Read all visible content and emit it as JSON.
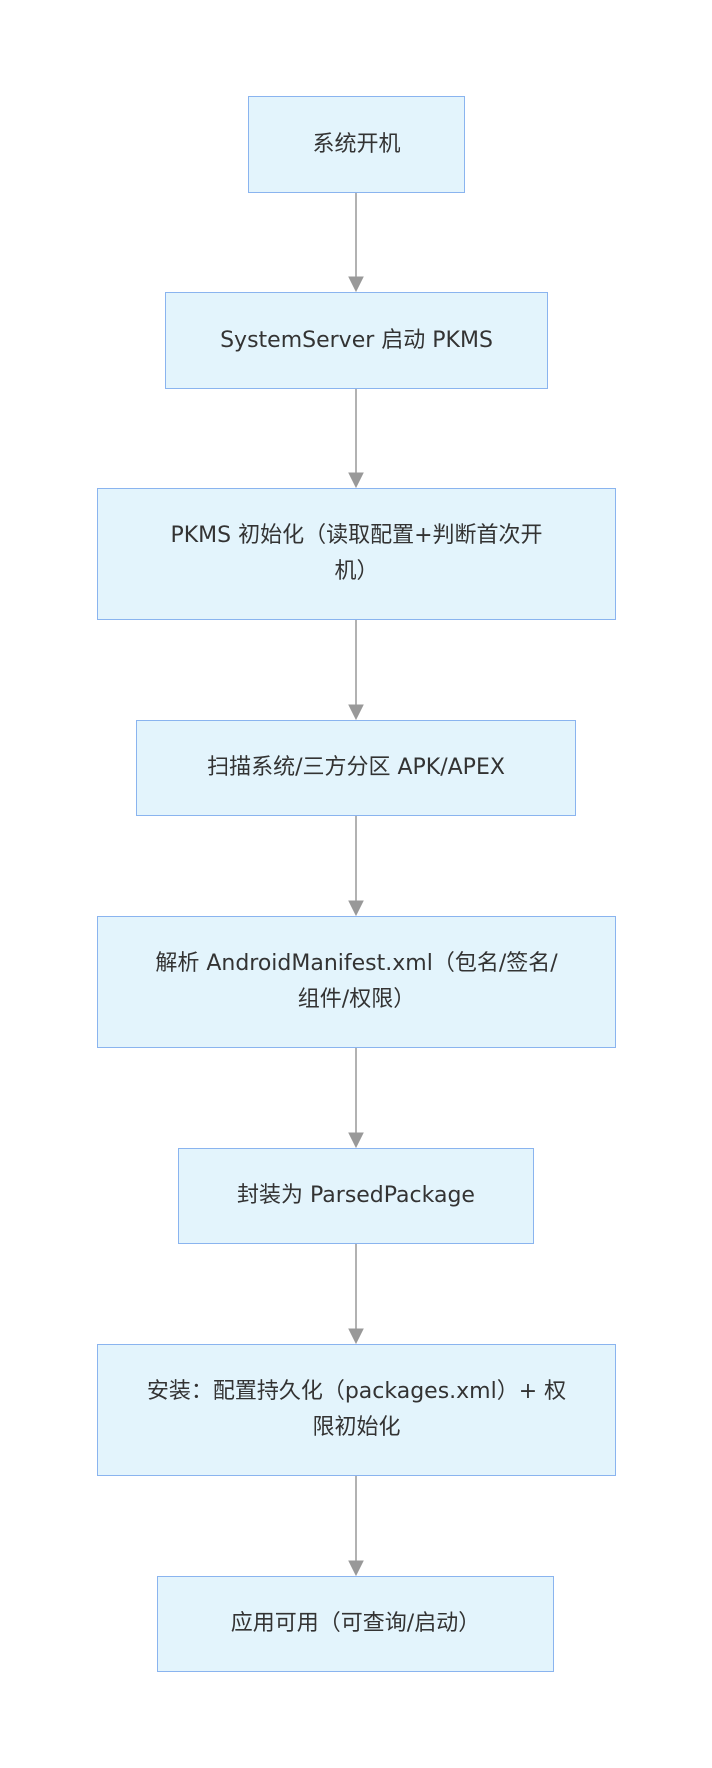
{
  "diagram": {
    "type": "flowchart",
    "direction": "top-to-bottom",
    "colors": {
      "node_fill": "#e3f4fc",
      "node_border": "#8ab4ef",
      "edge": "#999999",
      "text": "#333333"
    },
    "nodes": [
      {
        "id": "n1",
        "label": "系统开机"
      },
      {
        "id": "n2",
        "label": "SystemServer 启动 PKMS"
      },
      {
        "id": "n3",
        "label": "PKMS 初始化（读取配置+判断首次开机）"
      },
      {
        "id": "n4",
        "label": "扫描系统/三方分区 APK/APEX"
      },
      {
        "id": "n5",
        "label": "解析 AndroidManifest.xml（包名/签名/组件/权限）"
      },
      {
        "id": "n6",
        "label": "封装为 ParsedPackage"
      },
      {
        "id": "n7",
        "label": "安装：配置持久化（packages.xml）+ 权限初始化"
      },
      {
        "id": "n8",
        "label": "应用可用（可查询/启动）"
      }
    ],
    "edges": [
      {
        "from": "n1",
        "to": "n2"
      },
      {
        "from": "n2",
        "to": "n3"
      },
      {
        "from": "n3",
        "to": "n4"
      },
      {
        "from": "n4",
        "to": "n5"
      },
      {
        "from": "n5",
        "to": "n6"
      },
      {
        "from": "n6",
        "to": "n7"
      },
      {
        "from": "n7",
        "to": "n8"
      }
    ]
  }
}
